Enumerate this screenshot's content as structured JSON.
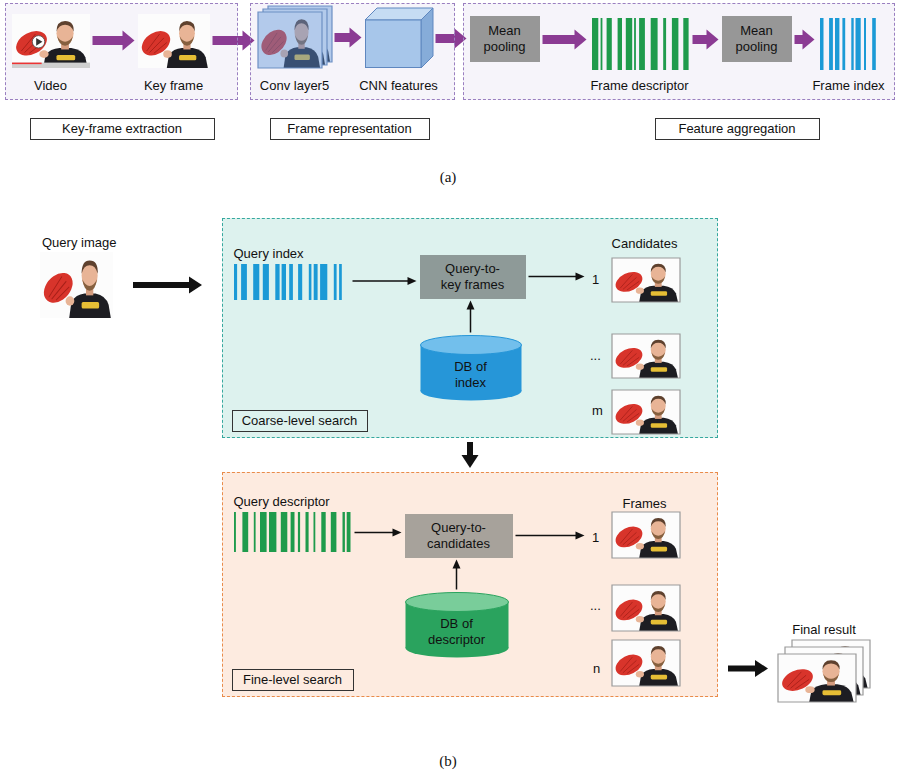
{
  "diagram": {
    "nodes": [
      {
        "text": [
          "Key-frame extraction"
        ]
      },
      {
        "text": [
          "Video"
        ],
        "in": 0
      },
      {
        "text": [
          "Key frame"
        ],
        "in": 0
      },
      {
        "text": [
          "Frame representation"
        ]
      },
      {
        "text": [
          "Conv layer5"
        ],
        "in": 3
      },
      {
        "text": [
          "CNN features"
        ],
        "in": 3
      },
      {
        "text": [
          "Feature aggregation"
        ]
      },
      {
        "text": [
          "Mean pooling"
        ],
        "in": 6
      },
      {
        "text": [
          "Frame descriptor"
        ],
        "in": 6
      },
      {
        "text": [
          "Mean pooling"
        ],
        "in": 6
      },
      {
        "text": [
          "Frame index"
        ],
        "in": 6
      },
      {
        "text": [
          "Query image"
        ]
      },
      {
        "text": [
          "Coarse-level search"
        ]
      },
      {
        "text": [
          "Query index"
        ],
        "in": 12
      },
      {
        "text": [
          "Query-to-key frames"
        ],
        "in": 12
      },
      {
        "text": [
          "DB of index"
        ],
        "in": 12
      },
      {
        "text": [
          "Candidates"
        ],
        "in": 12
      },
      {
        "text": [
          "Fine-level search"
        ]
      },
      {
        "text": [
          "Query descriptor"
        ],
        "in": 17
      },
      {
        "text": [
          "Query-to-candidates"
        ],
        "in": 17
      },
      {
        "text": [
          "DB of descriptor"
        ],
        "in": 17
      },
      {
        "text": [
          "Frames"
        ],
        "in": 17
      },
      {
        "text": [
          "Final result"
        ]
      }
    ],
    "edges": [
      {
        "from": 1,
        "to": 2,
        "arrow": "to"
      },
      {
        "from": 2,
        "to": 4,
        "arrow": "to"
      },
      {
        "from": 4,
        "to": 5,
        "arrow": "to"
      },
      {
        "from": 5,
        "to": 7,
        "arrow": "to"
      },
      {
        "from": 7,
        "to": 8,
        "arrow": "to"
      },
      {
        "from": 8,
        "to": 9,
        "arrow": "to"
      },
      {
        "from": 9,
        "to": 10,
        "arrow": "to"
      },
      {
        "from": 11,
        "to": 12,
        "arrow": "to"
      },
      {
        "from": 13,
        "to": 14,
        "arrow": "to"
      },
      {
        "from": 15,
        "to": 14,
        "arrow": "to"
      },
      {
        "from": 14,
        "to": 16,
        "arrow": "to"
      },
      {
        "from": 12,
        "to": 17,
        "arrow": "to"
      },
      {
        "from": 18,
        "to": 19,
        "arrow": "to"
      },
      {
        "from": 20,
        "to": 19,
        "arrow": "to"
      },
      {
        "from": 19,
        "to": 21,
        "arrow": "to"
      },
      {
        "from": 17,
        "to": 22,
        "arrow": "to"
      }
    ],
    "labels": [
      "(a)",
      "1",
      "...",
      "m",
      "1",
      "...",
      "n",
      "(b)"
    ]
  }
}
